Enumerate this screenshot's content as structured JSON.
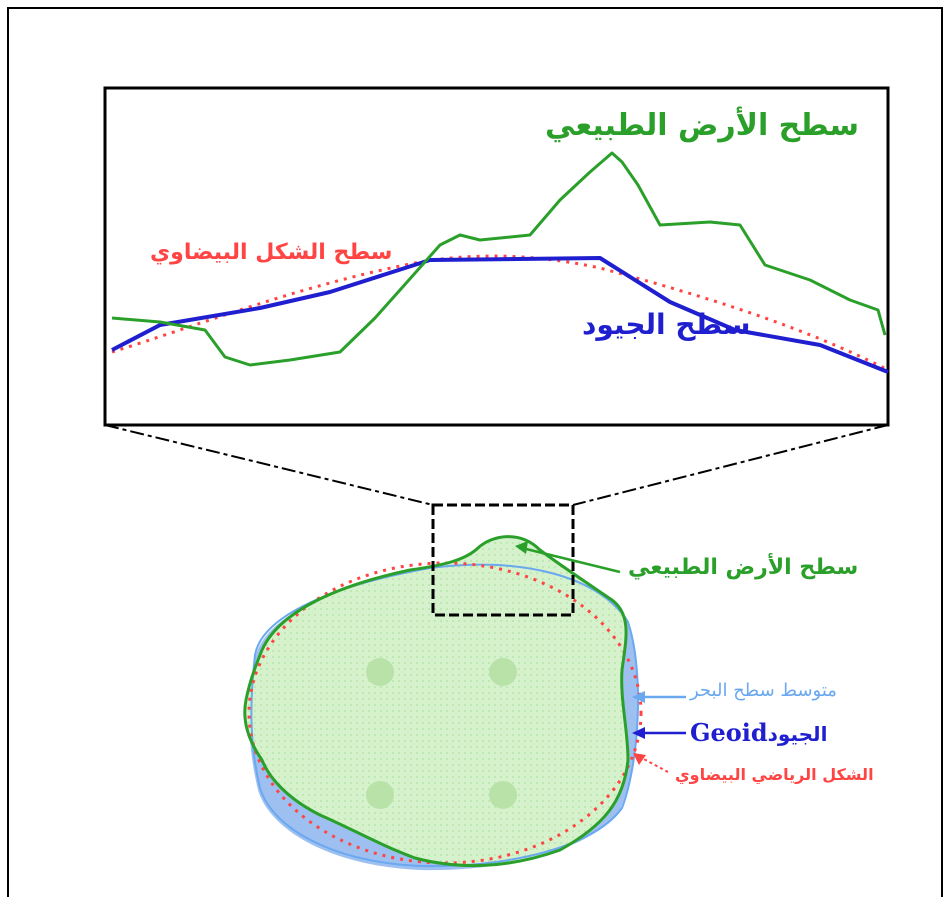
{
  "zoom_labels": {
    "terrain": "سطح الأرض الطبيعي",
    "ellipsoid": "سطح الشكل البيضاوي",
    "geoid": "سطح الجيود"
  },
  "earth_labels": {
    "terrain": "سطح الأرض الطبيعي",
    "mean_sea_level": "متوسط سطح البحر",
    "geoid_ar": "الجيود",
    "geoid_en": "Geoid",
    "ellipsoid": "الشكل الرياضي البيضاوي"
  },
  "colors": {
    "terrain": "#2aa02a",
    "ellipsoid": "#ff4444",
    "geoid": "#1f1fd0",
    "sea_level": "#6aa8f0",
    "land_fill": "#d6f2cc",
    "ocean_fill": "#9ec0f0",
    "frame": "#000000"
  }
}
